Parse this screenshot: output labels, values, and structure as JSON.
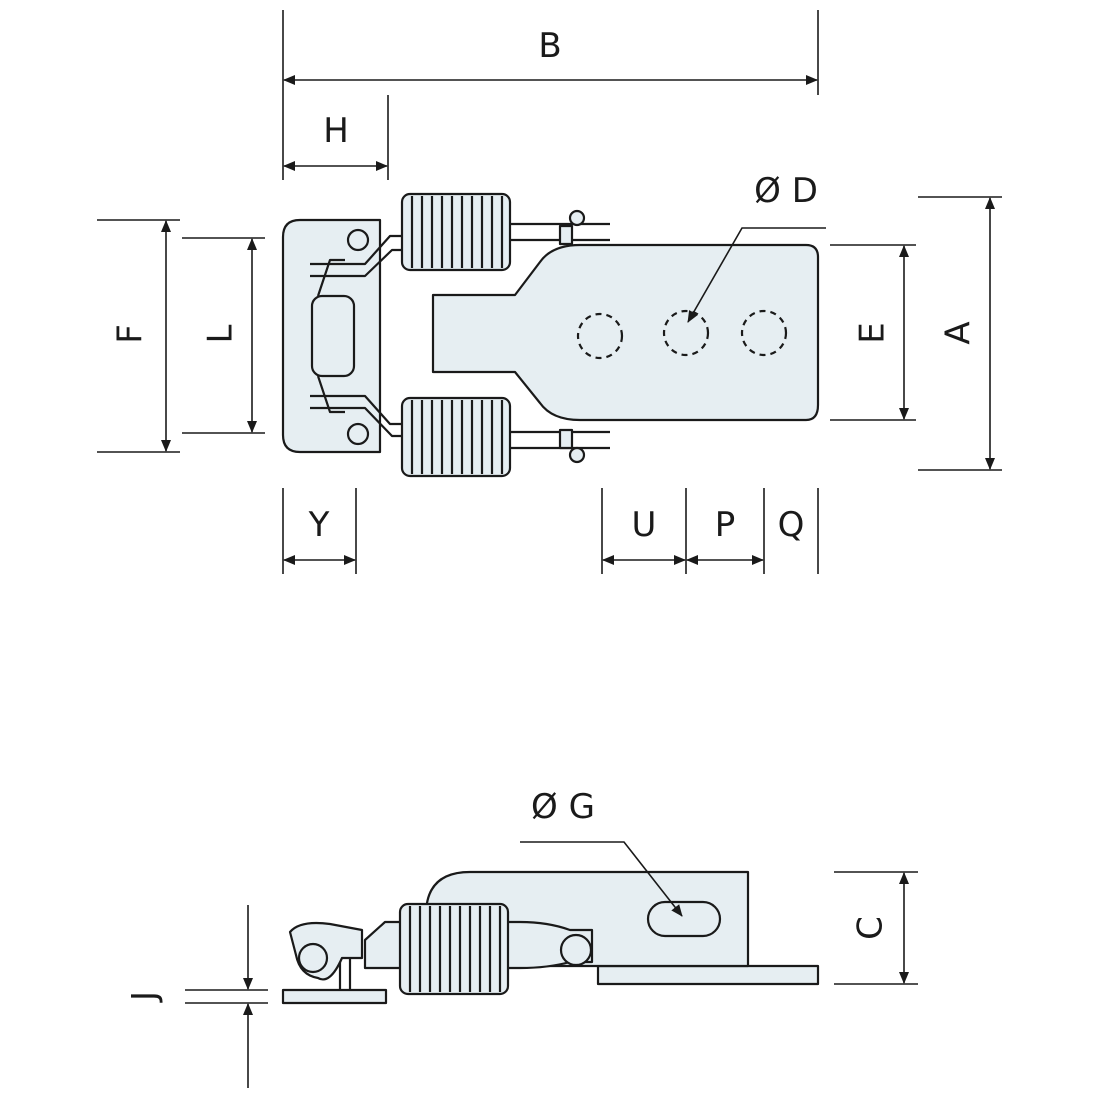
{
  "diagram": {
    "labels": {
      "B": "B",
      "H": "H",
      "D": "Ø D",
      "A": "A",
      "E": "E",
      "F": "F",
      "L": "L",
      "Y": "Y",
      "U": "U",
      "P": "P",
      "Q": "Q",
      "G": "Ø G",
      "C": "C",
      "J": "J"
    },
    "colors": {
      "part_fill": "#e6eef2",
      "line": "#1a1a1a"
    }
  }
}
